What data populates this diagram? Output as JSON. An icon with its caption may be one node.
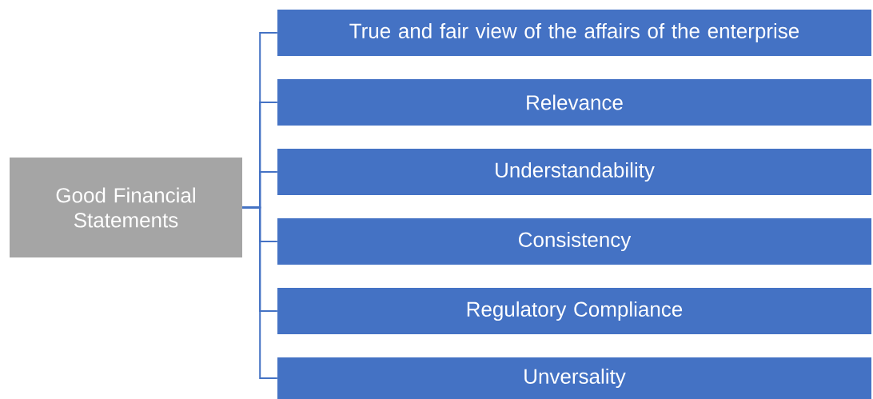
{
  "diagram": {
    "nodes": [
      {
        "text": [
          "Good Financial Statements"
        ]
      },
      {
        "text": [
          "True and fair view of the affairs of the enterprise"
        ]
      },
      {
        "text": [
          "Relevance"
        ]
      },
      {
        "text": [
          "Understandability"
        ]
      },
      {
        "text": [
          "Consistency"
        ]
      },
      {
        "text": [
          "Regulatory Compliance"
        ]
      },
      {
        "text": [
          "Unversality"
        ]
      }
    ],
    "edges": [
      {
        "from": 0,
        "to": 1,
        "arrow": "none"
      },
      {
        "from": 0,
        "to": 2,
        "arrow": "none"
      },
      {
        "from": 0,
        "to": 3,
        "arrow": "none"
      },
      {
        "from": 0,
        "to": 4,
        "arrow": "none"
      },
      {
        "from": 0,
        "to": 5,
        "arrow": "none"
      },
      {
        "from": 0,
        "to": 6,
        "arrow": "none"
      }
    ]
  }
}
